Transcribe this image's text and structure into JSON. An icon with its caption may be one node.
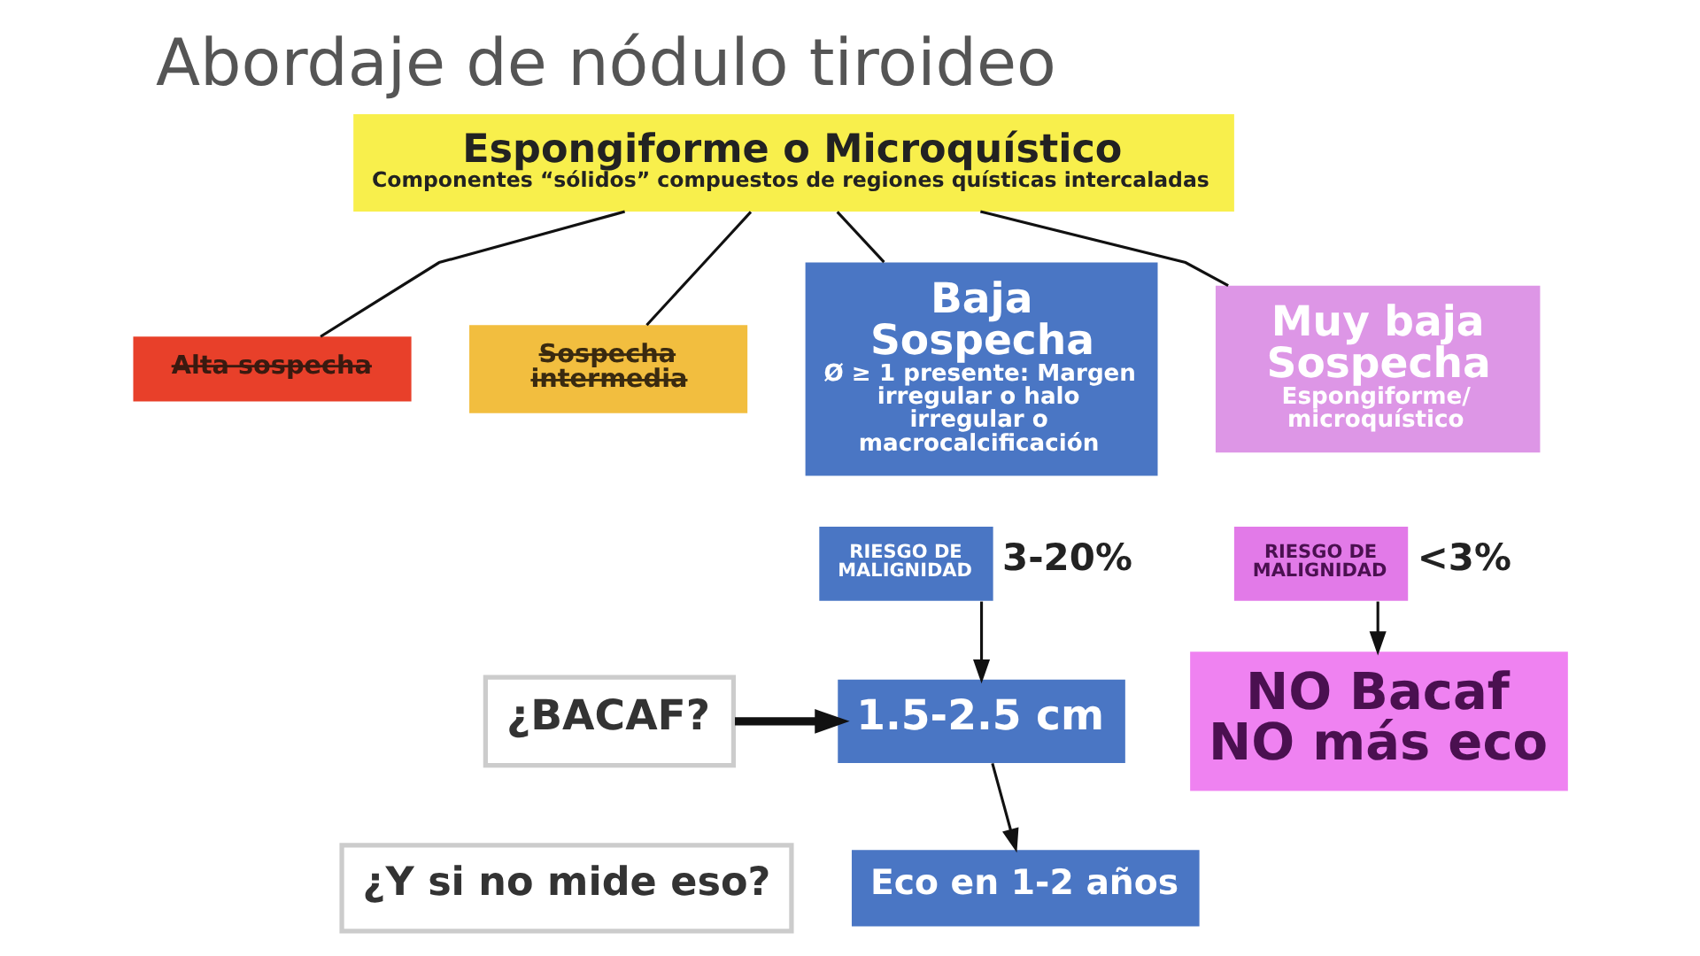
{
  "diagram": {
    "title": "Abordaje de nódulo tiroideo",
    "nodes": [
      {
        "text": [
          "Espongiforme o Microquístico",
          "Componentes “sólidos” compuestos de regiones quísticas intercaladas"
        ]
      },
      {
        "text": [
          "Alta sospecha"
        ]
      },
      {
        "text": [
          "Sospecha intermedia"
        ]
      },
      {
        "text": [
          "Baja Sospecha",
          "Ø ≥ 1 presente: Margen irregular o halo irregular o macrocalcificación"
        ]
      },
      {
        "text": [
          "Muy baja Sospecha",
          "Espongiforme/ microquístico"
        ]
      },
      {
        "text": [
          "RIESGO DE MALIGNIDAD"
        ],
        "beside": [
          "3-20%"
        ]
      },
      {
        "text": [
          "RIESGO DE MALIGNIDAD"
        ],
        "beside": [
          "<3%"
        ]
      },
      {
        "text": [
          "¿BACAF?"
        ]
      },
      {
        "text": [
          "1.5-2.5 cm"
        ]
      },
      {
        "text": [
          "NO Bacaf NO más eco"
        ]
      },
      {
        "text": [
          "¿Y si no mide eso?"
        ]
      },
      {
        "text": [
          "Eco en 1-2 años"
        ]
      }
    ],
    "edges": [
      {
        "from": 0,
        "to": 1,
        "arrow": "none"
      },
      {
        "from": 0,
        "to": 2,
        "arrow": "none"
      },
      {
        "from": 0,
        "to": 3,
        "arrow": "none"
      },
      {
        "from": 0,
        "to": 4,
        "arrow": "none"
      },
      {
        "from": 5,
        "to": 8,
        "arrow": "to"
      },
      {
        "from": 7,
        "to": 8,
        "arrow": "to",
        "style": "thick"
      },
      {
        "from": 6,
        "to": 9,
        "arrow": "to"
      },
      {
        "from": 8,
        "to": 11,
        "arrow": "to"
      }
    ]
  }
}
